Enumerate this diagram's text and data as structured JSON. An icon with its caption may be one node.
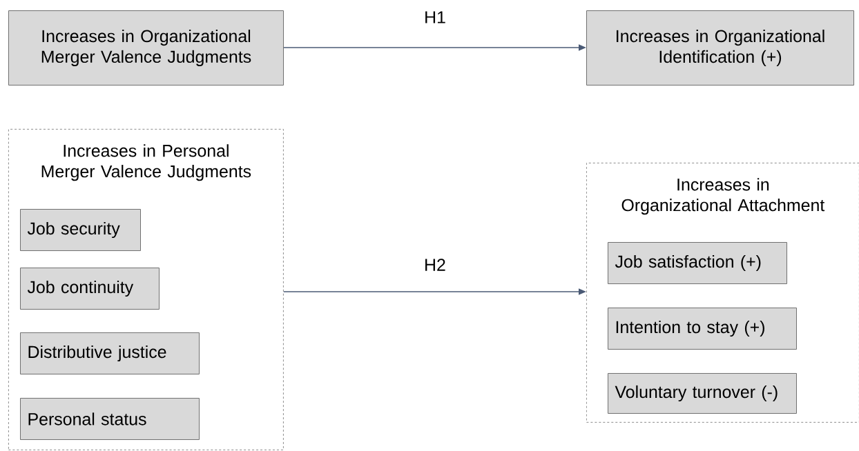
{
  "diagram": {
    "nodes": [
      {
        "text": [
          "Increases in Organizational Merger Valence Judgments"
        ]
      },
      {
        "text": [
          "Increases in Organizational Identification (+)"
        ]
      },
      {
        "text": [
          "Increases in Personal Merger Valence Judgments"
        ]
      },
      {
        "text": [
          "Job security"
        ],
        "in": 2
      },
      {
        "text": [
          "Job continuity"
        ],
        "in": 2
      },
      {
        "text": [
          "Distributive justice"
        ],
        "in": 2
      },
      {
        "text": [
          "Personal status"
        ],
        "in": 2
      },
      {
        "text": [
          "Increases in Organizational Attachment"
        ]
      },
      {
        "text": [
          "Job satisfaction (+)"
        ],
        "in": 7
      },
      {
        "text": [
          "Intention to stay (+)"
        ],
        "in": 7
      },
      {
        "text": [
          "Voluntary turnover (-)"
        ],
        "in": 7
      }
    ],
    "edges": [
      {
        "from": 0,
        "to": 1,
        "arrow": "to",
        "label": "H1"
      },
      {
        "from": 2,
        "to": 7,
        "arrow": "to",
        "label": "H2"
      }
    ]
  }
}
